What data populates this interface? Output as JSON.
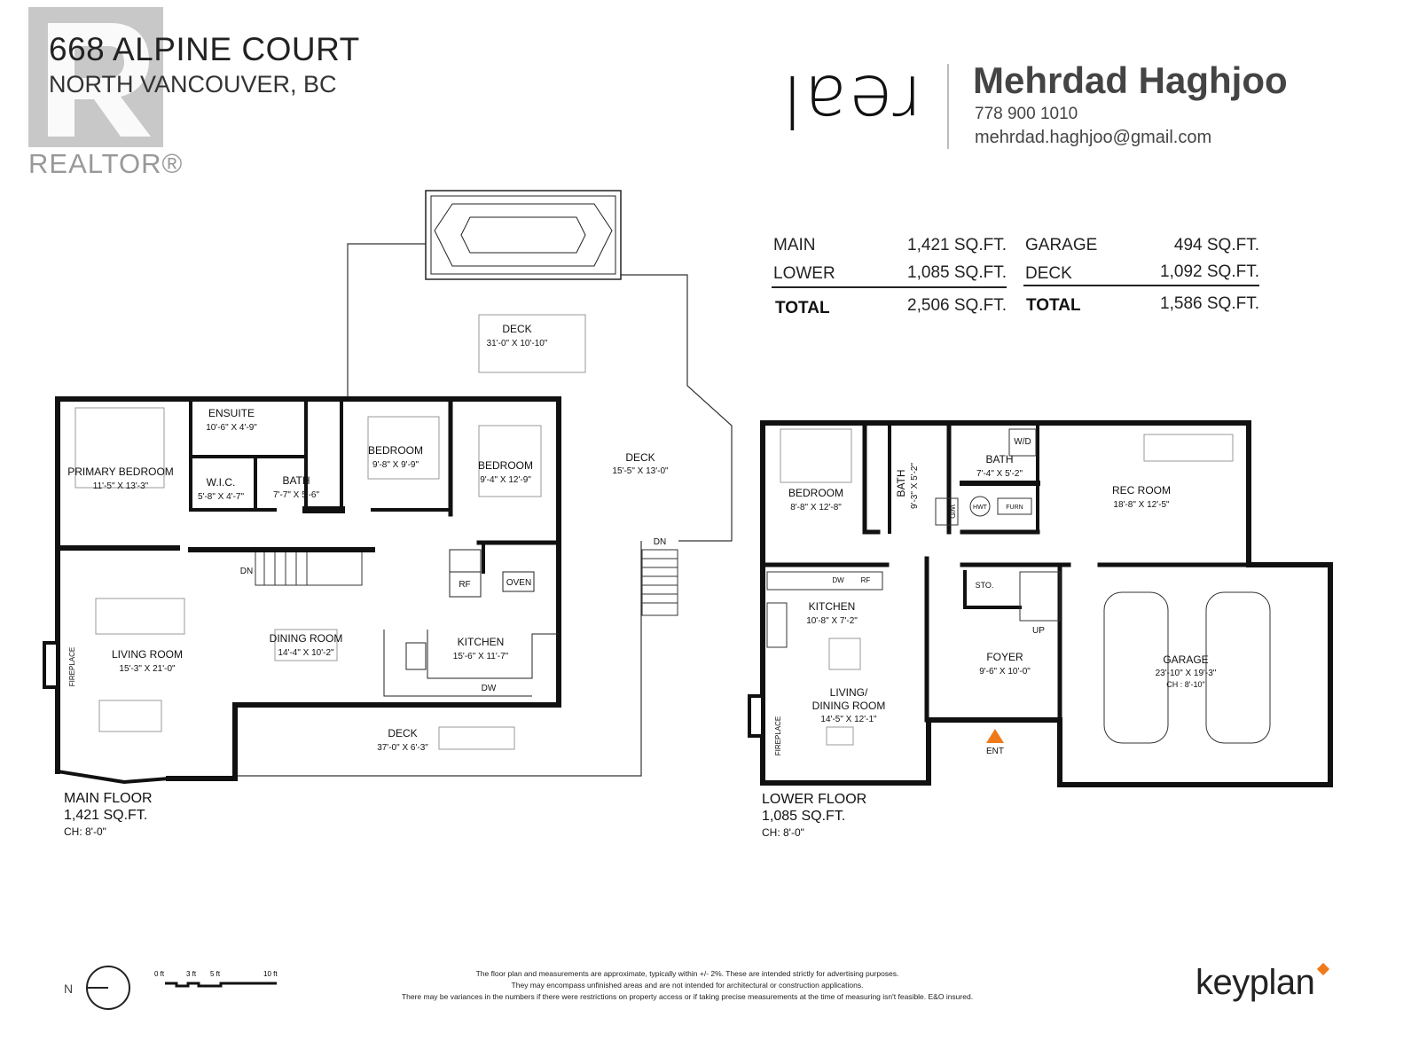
{
  "header": {
    "address_line1": "668 ALPINE COURT",
    "address_line2": "NORTH VANCOUVER, BC",
    "realtor_logo": {
      "letter": "R",
      "word": "REALTOR®"
    },
    "brokerage_logo": "real",
    "agent": {
      "name": "Mehrdad Haghjoo",
      "phone": "778 900 1010",
      "email": "mehrdad.haghjoo@gmail.com"
    }
  },
  "area_summary": {
    "left": {
      "rows": [
        {
          "label": "MAIN",
          "value": "1,421 SQ.FT."
        },
        {
          "label": "LOWER",
          "value": "1,085 SQ.FT."
        }
      ],
      "total": {
        "label": "TOTAL",
        "value": "2,506 SQ.FT."
      }
    },
    "right": {
      "rows": [
        {
          "label": "GARAGE",
          "value": "494 SQ.FT."
        },
        {
          "label": "DECK",
          "value": "1,092 SQ.FT."
        }
      ],
      "total": {
        "label": "TOTAL",
        "value": "1,586 SQ.FT."
      }
    }
  },
  "main_floor": {
    "title": "MAIN FLOOR",
    "area": "1,421 SQ.FT.",
    "ceiling": "CH: 8'-0\"",
    "rooms": {
      "ensuite": {
        "name": "ENSUITE",
        "dims": "10'-6\"  X  4'-9\""
      },
      "primary_bedroom": {
        "name": "PRIMARY BEDROOM",
        "dims": "11'-5\"  X  13'-3\""
      },
      "wic": {
        "name": "W.I.C.",
        "dims": "5'-8\"  X  4'-7\""
      },
      "bath": {
        "name": "BATH",
        "dims": "7'-7\"  X  5'-6\""
      },
      "bedroom1": {
        "name": "BEDROOM",
        "dims": "9'-8\"  X  9'-9\""
      },
      "bedroom2": {
        "name": "BEDROOM",
        "dims": "9'-4\"  X  12'-9\""
      },
      "deck_top": {
        "name": "DECK",
        "dims": "31'-0\"  X  10'-10\""
      },
      "deck_side": {
        "name": "DECK",
        "dims": "15'-5\"  X  13'-0\""
      },
      "living_room": {
        "name": "LIVING ROOM",
        "dims": "15'-3\"  X  21'-0\""
      },
      "dining_room": {
        "name": "DINING ROOM",
        "dims": "14'-4\"  X  10'-2\""
      },
      "kitchen": {
        "name": "KITCHEN",
        "dims": "15'-6\"  X  11'-7\""
      },
      "deck_bottom": {
        "name": "DECK",
        "dims": "37'-0\"  X  6'-3\""
      }
    },
    "labels": {
      "dn": "DN",
      "dn_deck": "DN",
      "fireplace": "FIREPLACE",
      "rf": "RF",
      "oven": "OVEN",
      "dw": "DW"
    }
  },
  "lower_floor": {
    "title": "LOWER FLOOR",
    "area": "1,085 SQ.FT.",
    "ceiling": "CH: 8'-0\"",
    "rooms": {
      "bedroom": {
        "name": "BEDROOM",
        "dims": "8'-8\"  X  12'-8\""
      },
      "bath_vertical": {
        "name": "BATH",
        "dims": "9'-3\"  X  5'-2\""
      },
      "bath": {
        "name": "BATH",
        "dims": "7'-4\"  X  5'-2\""
      },
      "rec_room": {
        "name": "REC ROOM",
        "dims": "18'-8\"  X  12'-5\""
      },
      "kitchen": {
        "name": "KITCHEN",
        "dims": "10'-8\"  X  7'-2\""
      },
      "living_dining": {
        "name": "LIVING/",
        "name2": "DINING ROOM",
        "dims": "14'-5\"  X  12'-1\""
      },
      "foyer": {
        "name": "FOYER",
        "dims": "9'-6\"  X  10'-0\""
      },
      "garage": {
        "name": "GARAGE",
        "dims": "23'-10\"  X  19'-3\"",
        "ceiling": "CH : 8'-10\""
      }
    },
    "labels": {
      "wd": "W/D",
      "wd2": "W/D",
      "hwt": "HWT",
      "furn": "FURN",
      "sto": "STO.",
      "up": "UP",
      "ent": "ENT",
      "fireplace": "FIREPLACE",
      "dw": "DW",
      "rf": "RF"
    }
  },
  "legend": {
    "north": "N",
    "scale_ticks": [
      "0 ft",
      "3 ft",
      "5 ft",
      "10 ft"
    ]
  },
  "disclaimer": [
    "The floor plan and measurements are approximate, typically within +/- 2%. These are intended strictly for advertising purposes.",
    "They may encompass unfinished areas and are not intended for architectural or construction applications.",
    "There may be variances in the numbers if there were restrictions on property access or if taking precise measurements at the time of measuring isn't feasible. E&O insured."
  ],
  "footer_logo": "keyplan",
  "colors": {
    "wall": "#111111",
    "entry_marker": "#f07a1a",
    "logo_gray": "#9a9a9a",
    "accent": "#f07a1a"
  }
}
